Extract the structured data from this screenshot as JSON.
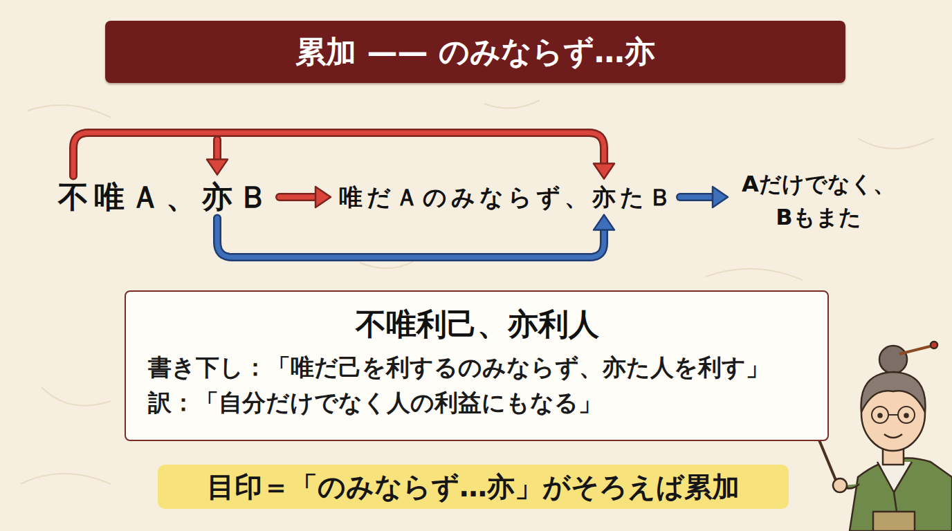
{
  "diagram": {
    "title": "累加 —— のみならず…亦",
    "nodes": [
      {
        "text": [
          "不唯利己、亦利人",
          "書き下し：「唯だ己を利するのみならず、亦た人を利す」",
          "訳：「自分だけでなく人の利益にもなる」"
        ]
      },
      {
        "text": [
          "目印＝「のみならず…亦」がそろえば累加"
        ]
      }
    ],
    "labels": [
      "不唯Ａ、亦Ｂ",
      "唯だＡのみならず、亦たＢ",
      "Aだけでなく、 Bもまた"
    ]
  }
}
